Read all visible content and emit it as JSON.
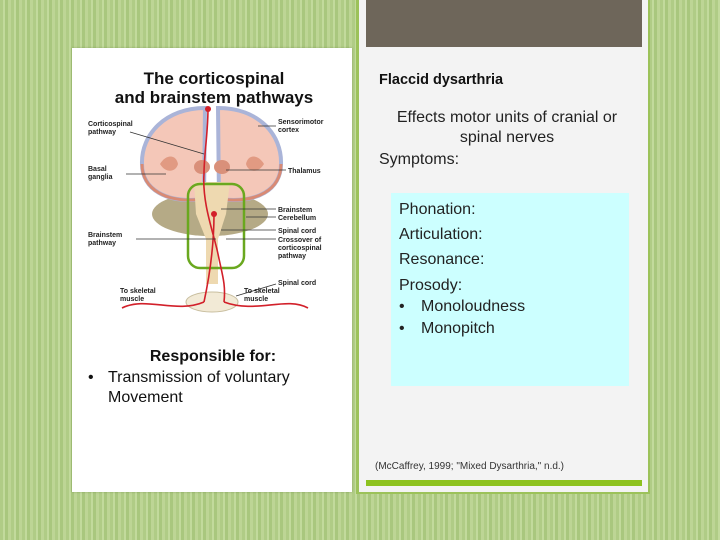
{
  "left_panel": {
    "diagram": {
      "title_line1": "The corticospinal",
      "title_line2": "and brainstem pathways",
      "labels": {
        "corticospinal_pathway_1": "Corticospinal",
        "corticospinal_pathway_2": "pathway",
        "sensorimotor_1": "Sensorimotor",
        "sensorimotor_2": "cortex",
        "basal_1": "Basal",
        "basal_2": "ganglia",
        "thalamus": "Thalamus",
        "brainstem": "Brainstem",
        "cerebellum": "Cerebellum",
        "spinal_cord": "Spinal cord",
        "brainstem_pathway_1": "Brainstem",
        "brainstem_pathway_2": "pathway",
        "crossover_1": "Crossover of",
        "crossover_2": "corticospinal",
        "crossover_3": "pathway",
        "spinal_cord_2": "Spinal cord",
        "skeletal_left_1": "To skeletal",
        "skeletal_left_2": "muscle",
        "skeletal_right_1": "To skeletal",
        "skeletal_right_2": "muscle"
      }
    },
    "responsible_title": "Responsible for:",
    "bullets": [
      {
        "bullet": "•",
        "text": "Transmission  of voluntary",
        "continuation": "Movement"
      }
    ]
  },
  "right_panel": {
    "title": "Flaccid dysarthria",
    "description": "Effects motor units of cranial or spinal nerves",
    "symptoms_label": "Symptoms:",
    "symptom_box": {
      "items": [
        "Phonation:",
        "Articulation:",
        "Resonance:",
        "Prosody:"
      ],
      "prosody_bullets": [
        "Monoloudness",
        "Monopitch"
      ],
      "bullet_char": "•"
    },
    "citation": "(McCaffrey, 1999; \"Mixed Dysarthria,\" n.d.)"
  },
  "colors": {
    "background_green": "#b5d08c",
    "header_brown": "#6e665a",
    "accent_green": "#8dc21f",
    "symptom_box": "#ccffff"
  }
}
